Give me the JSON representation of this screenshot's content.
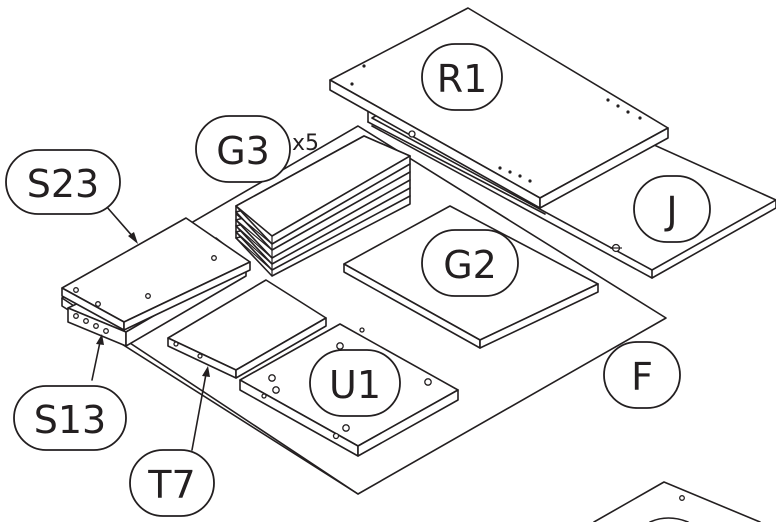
{
  "labels": {
    "r1": "R1",
    "j": "J",
    "g3": "G3",
    "g3_qty": "x5",
    "s23": "S23",
    "g2": "G2",
    "f": "F",
    "u1": "U1",
    "s13": "S13",
    "t7": "T7"
  }
}
